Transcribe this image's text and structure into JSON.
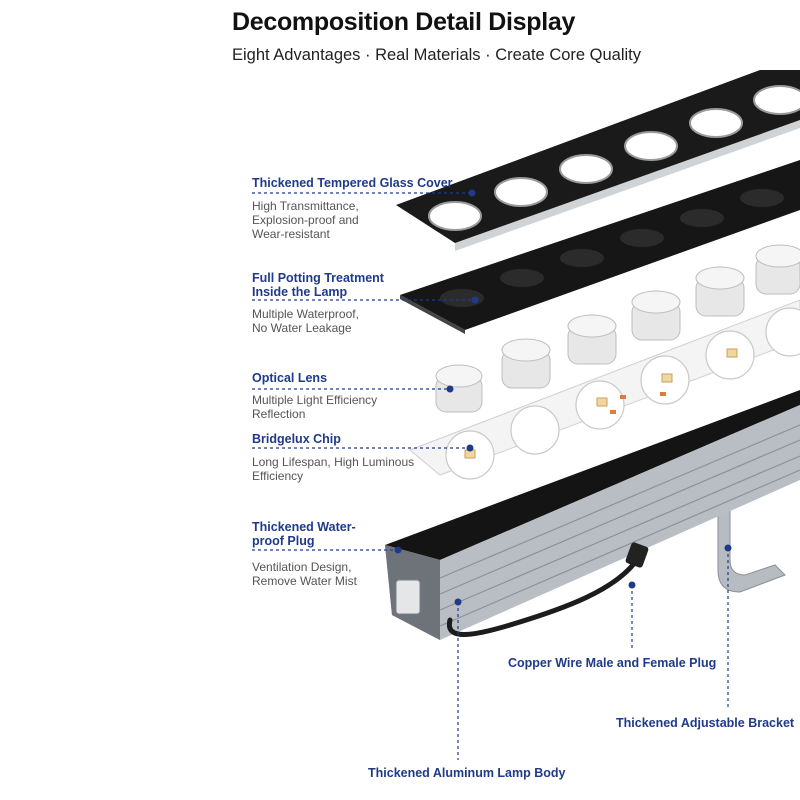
{
  "header": {
    "title": "Decomposition Detail Display",
    "subtitle": "Eight Advantages · Real Materials · Create Core Quality"
  },
  "components": [
    {
      "label": "Thickened Tempered Glass Cover",
      "desc": [
        "High Transmittance,",
        "Explosion-proof and",
        "Wear-resistant"
      ]
    },
    {
      "label": [
        "Full Potting Treatment",
        "Inside the Lamp"
      ],
      "desc": [
        "Multiple Waterproof,",
        "No Water Leakage"
      ]
    },
    {
      "label": "Optical Lens",
      "desc": [
        "Multiple Light Efficiency",
        "Reflection"
      ]
    },
    {
      "label": "Bridgelux Chip",
      "desc": [
        "Long Lifespan, High Luminous",
        "Efficiency"
      ]
    },
    {
      "label": [
        "Thickened Water-",
        "proof Plug"
      ],
      "desc": [
        "Ventilation Design,",
        "Remove Water Mist"
      ]
    }
  ],
  "callouts": {
    "plug": "Copper Wire Male and Female Plug",
    "bracket": "Thickened Adjustable Bracket",
    "body": "Thickened Aluminum Lamp Body"
  },
  "colors": {
    "accent": "#1f3a8a",
    "desc": "#555555",
    "title": "#111111"
  }
}
